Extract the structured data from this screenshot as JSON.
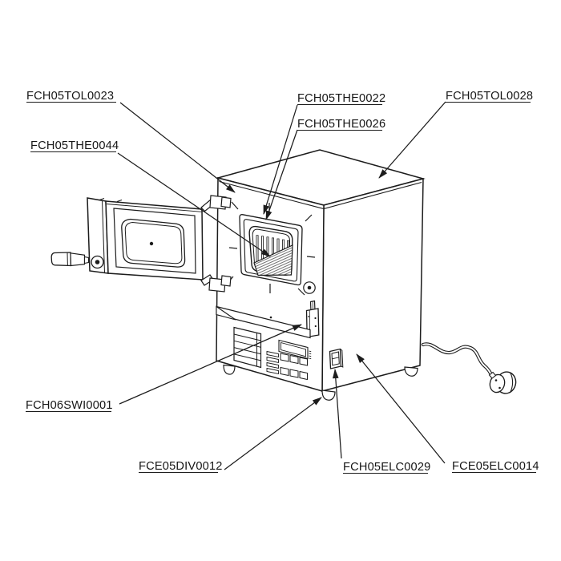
{
  "page": {
    "background_color": "#ffffff",
    "line_color": "#1c1c1c"
  },
  "diagram": {
    "part_labels": [
      {
        "id": "part-1",
        "text": "FCH05TOL0023"
      },
      {
        "id": "part-2",
        "text": "FCH05THE0044"
      },
      {
        "id": "part-3",
        "text": "FCH05THE0022"
      },
      {
        "id": "part-4",
        "text": "FCH05THE0026"
      },
      {
        "id": "part-5",
        "text": "FCH05TOL0028"
      },
      {
        "id": "part-6",
        "text": "FCH06SWI0001"
      },
      {
        "id": "part-7",
        "text": "FCE05DIV0012"
      },
      {
        "id": "part-8",
        "text": "FCH05ELC0029"
      },
      {
        "id": "part-9",
        "text": "FCE05ELC0014"
      }
    ]
  }
}
